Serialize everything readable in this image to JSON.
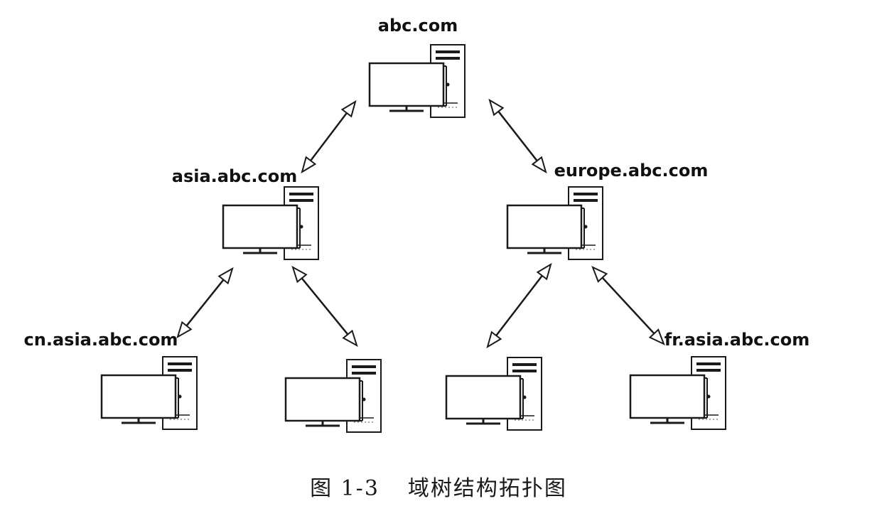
{
  "nodes": {
    "root": {
      "label": "abc.com",
      "icon": "computer-icon"
    },
    "asia": {
      "label": "asia.abc.com",
      "icon": "computer-icon"
    },
    "europe": {
      "label": "europe.abc.com",
      "icon": "computer-icon"
    },
    "cn": {
      "label": "cn.asia.abc.com",
      "icon": "computer-icon"
    },
    "asia_child2": {
      "label": "",
      "icon": "computer-icon"
    },
    "europe_child1": {
      "label": "",
      "icon": "computer-icon"
    },
    "fr": {
      "label": "fr.asia.abc.com",
      "icon": "computer-icon"
    }
  },
  "links": [
    {
      "from": "root",
      "to": "asia",
      "type": "bidirectional-arrow"
    },
    {
      "from": "root",
      "to": "europe",
      "type": "bidirectional-arrow"
    },
    {
      "from": "asia",
      "to": "cn",
      "type": "bidirectional-arrow"
    },
    {
      "from": "asia",
      "to": "asia_child2",
      "type": "bidirectional-arrow"
    },
    {
      "from": "europe",
      "to": "europe_child1",
      "type": "bidirectional-arrow"
    },
    {
      "from": "europe",
      "to": "fr",
      "type": "bidirectional-arrow"
    }
  ],
  "caption": {
    "number": "图 1-3",
    "title": "域树结构拓扑图"
  },
  "colors": {
    "stroke": "#1a1a1a",
    "background": "#ffffff"
  }
}
